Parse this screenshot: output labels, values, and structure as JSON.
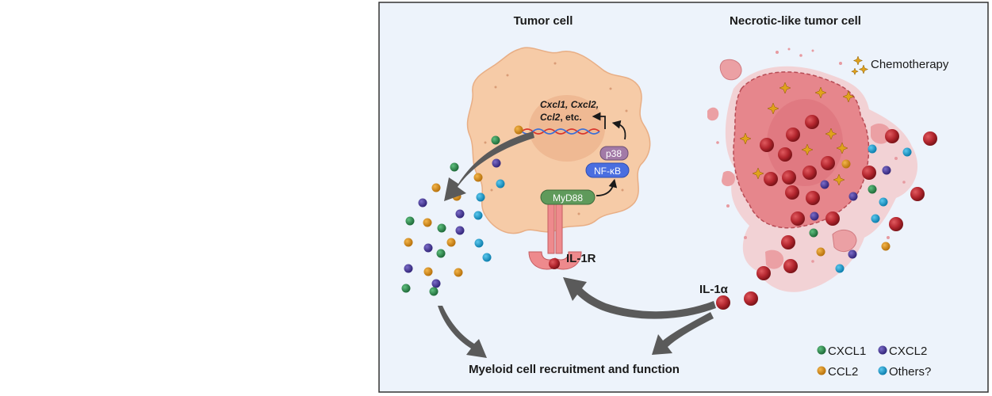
{
  "figure": {
    "title_left": "Tumor cell",
    "title_right": "Necrotic-like tumor cell",
    "chemotherapy_label": "Chemotherapy",
    "genes_line1": "Cxcl1, Cxcl2,",
    "genes_line2_italic": "Ccl2",
    "genes_line2_rest": ", etc.",
    "p38_label": "p38",
    "nfkb_label": "NF-κB",
    "myd88_label": "MyD88",
    "receptor_label": "IL-1R",
    "ligand_label": "IL-1α",
    "outcome_label": "Myeloid cell recruitment and function"
  },
  "legend": [
    {
      "label": "CXCL1",
      "color": "#2e8b4e"
    },
    {
      "label": "CXCL2",
      "color": "#4b3c9a"
    },
    {
      "label": "CCL2",
      "color": "#e0951c"
    },
    {
      "label": "Others?",
      "color": "#1ea7d6"
    }
  ],
  "colors": {
    "panel_bg": "#edf3fb",
    "tumor_cell": "#f6cba7",
    "nucleus": "#efb993",
    "necrotic_cell": "#e6868c",
    "il1a": "#b3262e",
    "arrow": "#5a5a5a"
  }
}
